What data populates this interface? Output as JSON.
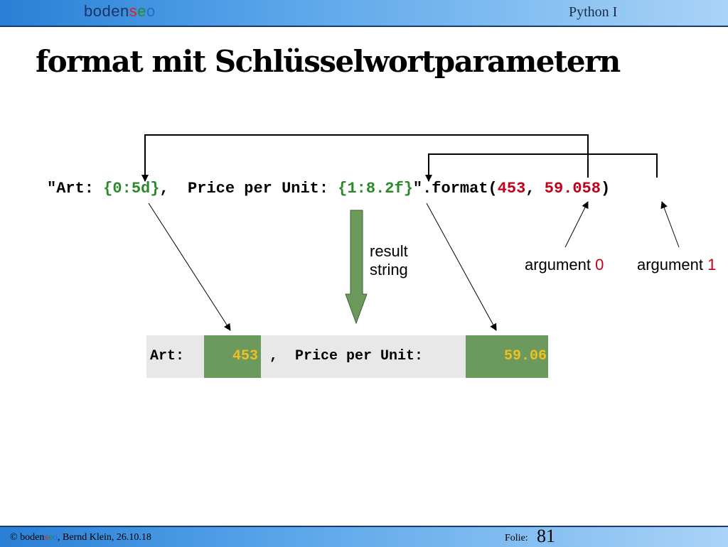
{
  "header": {
    "brand": {
      "part1": "boden",
      "s": "s",
      "e": "e",
      "o": "o"
    },
    "course": "Python I"
  },
  "slide": {
    "title": "format mit Schlüsselwortparametern",
    "code": {
      "p1": "\"Art: ",
      "p2": "{0:5d}",
      "p3": ",  Price per Unit: ",
      "p4": "{1:8.2f}",
      "p5": "\".format(",
      "p6": "453",
      "p7": ", ",
      "p8": "59.058",
      "p9": ")"
    },
    "result_label_line1": "result",
    "result_label_line2": "string",
    "arg0_text": "argument ",
    "arg0_num": "0",
    "arg1_text": "argument ",
    "arg1_num": "1",
    "result": {
      "art": "Art:",
      "val0": "453",
      "mid": " ,  Price per Unit:",
      "val1": "59.06"
    }
  },
  "footer": {
    "copyright": "© ",
    "brand": {
      "part1": "boden",
      "s": "s",
      "e": "e",
      "o": "o"
    },
    "author_date": ", Bernd Klein, 26.10.18",
    "folio_label": "Folie:",
    "folio_number": "81"
  },
  "colors": {
    "header_gradient_start": "#2a7fd6",
    "placeholder_green": "#2a8a2a",
    "argument_red": "#c0001a",
    "result_field_green": "#6b9a5c",
    "result_value_yellow": "#f0c020",
    "arrow_green": "#6b9a5c"
  }
}
